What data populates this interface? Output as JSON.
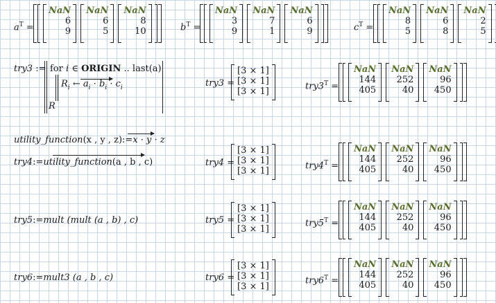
{
  "vectors": {
    "a": {
      "name": "a",
      "sup": "T",
      "cols": [
        [
          "NaN",
          "6",
          "9"
        ],
        [
          "NaN",
          "6",
          "5"
        ],
        [
          "NaN",
          "8",
          "10"
        ]
      ]
    },
    "b": {
      "name": "b",
      "sup": "T",
      "cols": [
        [
          "NaN",
          "3",
          "9"
        ],
        [
          "NaN",
          "7",
          "1"
        ],
        [
          "NaN",
          "6",
          "9"
        ]
      ]
    },
    "c": {
      "name": "c",
      "sup": "T",
      "cols": [
        [
          "NaN",
          "8",
          "5"
        ],
        [
          "NaN",
          "6",
          "8"
        ],
        [
          "NaN",
          "2",
          "5"
        ]
      ]
    }
  },
  "program": {
    "name": "try3",
    "assign": ":=",
    "for_kw": "for",
    "var": "i",
    "in": "∈",
    "origin": "ORIGIN",
    "range": "..",
    "last": "last",
    "last_arg": "(a)",
    "R": "R",
    "sub_i": "i",
    "larrow": "←",
    "a": "a",
    "b": "b",
    "c": "c",
    "dot": "·"
  },
  "utility": {
    "name": "utility_function",
    "params": "(x , y , z)",
    "assign": ":=",
    "body": "x · y · z"
  },
  "try4_def": {
    "name": "try4",
    "assign": ":=",
    "rhs": "utility_function",
    "args": "(a , b , c)"
  },
  "try5_def": {
    "name": "try5",
    "assign": ":=",
    "rhs": "mult (mult (a , b) , c)"
  },
  "try6_def": {
    "name": "try6",
    "assign": ":=",
    "rhs": "mult3 (a , b , c)"
  },
  "results": {
    "nested_cell": "[3 × 1]",
    "try3": {
      "name": "try3",
      "eq": "=",
      "sup": "T"
    },
    "try4": {
      "name": "try4",
      "eq": "=",
      "sup": "T"
    },
    "try5": {
      "name": "try5",
      "eq": "=",
      "sup": "T"
    },
    "try6": {
      "name": "try6",
      "eq": "=",
      "sup": "T"
    },
    "transposed_cols": [
      [
        "NaN",
        "144",
        "405"
      ],
      [
        "NaN",
        "252",
        "40"
      ],
      [
        "NaN",
        "96",
        "450"
      ]
    ]
  }
}
